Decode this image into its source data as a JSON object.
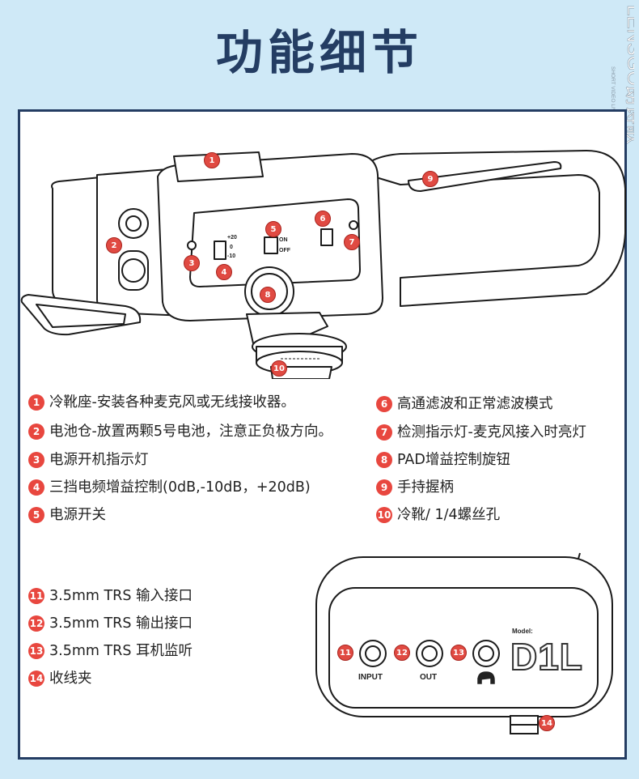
{
  "header": {
    "title": "功能细节"
  },
  "brand": {
    "logo_text": "LENSGO朗诗歌",
    "tagline": "SHORT VIDEO LIVE BROADCAST EQUIPMENT"
  },
  "features_left": [
    {
      "num": "1",
      "text": "冷靴座-安装各种麦克风或无线接收器。"
    },
    {
      "num": "2",
      "text": "电池仓-放置两颗5号电池，注意正负极方向。"
    },
    {
      "num": "3",
      "text": "电源开机指示灯"
    },
    {
      "num": "4",
      "text": "三挡电频增益控制(0dB,-10dB，+20dB)"
    },
    {
      "num": "5",
      "text": "电源开关"
    }
  ],
  "features_right": [
    {
      "num": "6",
      "text": "高通滤波和正常滤波模式"
    },
    {
      "num": "7",
      "text": "检测指示灯-麦克风接入时亮灯"
    },
    {
      "num": "8",
      "text": "PAD增益控制旋钮"
    },
    {
      "num": "9",
      "text": "手持握柄"
    },
    {
      "num": "10",
      "text": "冷靴/ 1/4螺丝孔"
    }
  ],
  "features_bottom": [
    {
      "num": "11",
      "text": "3.5mm TRS 输入接口"
    },
    {
      "num": "12",
      "text": "3.5mm TRS 输出接口"
    },
    {
      "num": "13",
      "text": "3.5mm TRS 耳机监听"
    },
    {
      "num": "14",
      "text": "收线夹"
    }
  ],
  "device_top": {
    "switch_gain": [
      "+20",
      "0",
      "-10"
    ],
    "switch_power": [
      "ON",
      "OFF"
    ]
  },
  "device_front": {
    "model_label": "Model:",
    "model_name": "D1L",
    "jacks": [
      "INPUT",
      "OUT"
    ]
  },
  "colors": {
    "accent": "#e8473f",
    "frame": "#243d63",
    "background": "#cfe9f7"
  }
}
